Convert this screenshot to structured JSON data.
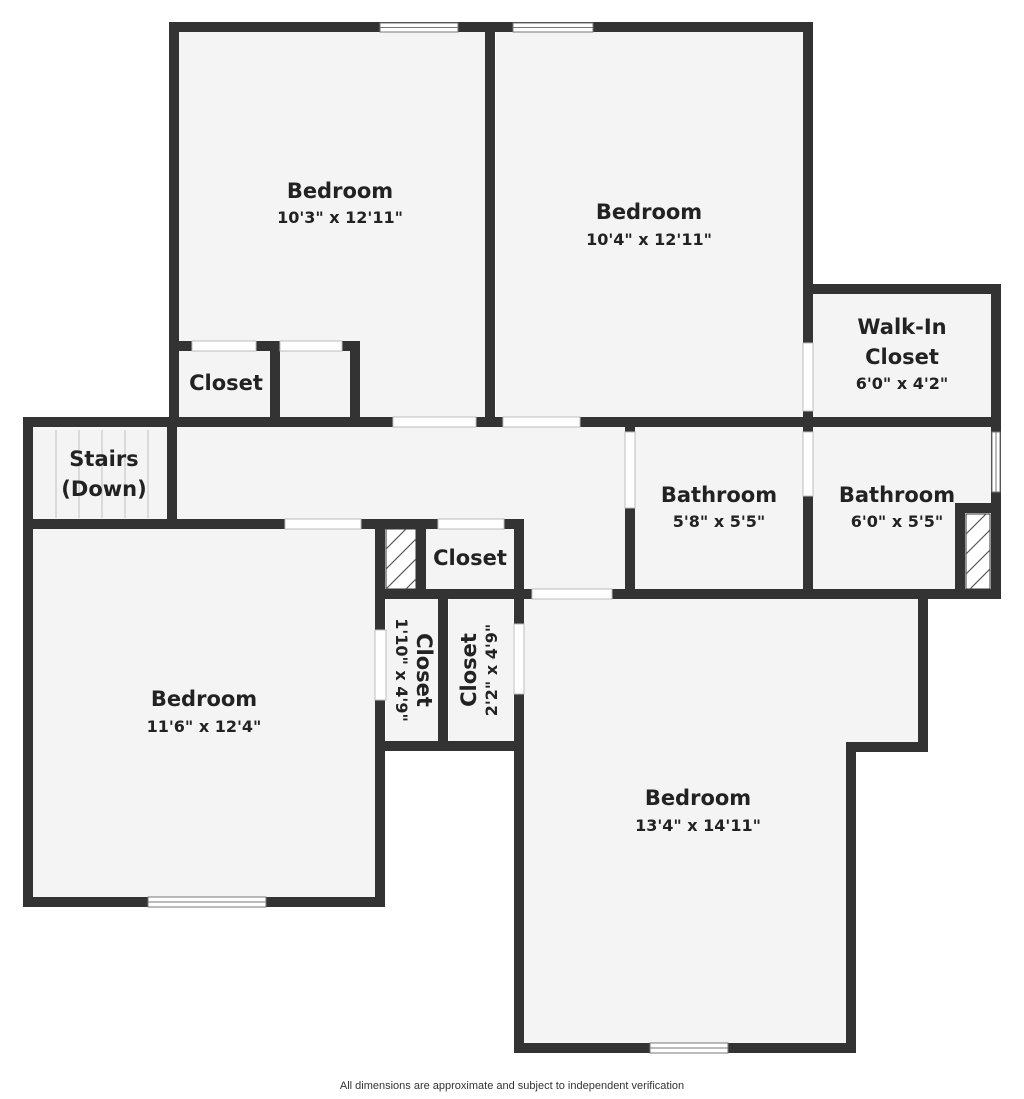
{
  "colors": {
    "wall": "#333333",
    "floor": "#f4f4f4",
    "window": "#ffffff"
  },
  "rooms": [
    {
      "name": "Bedroom",
      "dims": "10'3\" x 12'11\""
    },
    {
      "name": "Bedroom",
      "dims": "10'4\" x 12'11\""
    },
    {
      "name": "Walk-In",
      "name2": "Closet",
      "dims": "6'0\" x 4'2\""
    },
    {
      "name": "Closet"
    },
    {
      "name": "Stairs",
      "name2": "(Down)"
    },
    {
      "name": "Bathroom",
      "dims": "5'8\" x 5'5\""
    },
    {
      "name": "Bathroom",
      "dims": "6'0\" x 5'5\""
    },
    {
      "name": "Closet"
    },
    {
      "name": "Bedroom",
      "dims": "11'6\" x 12'4\""
    },
    {
      "name": "Closet",
      "dims": "1'10\" x 4'9\""
    },
    {
      "name": "Closet",
      "dims": "2'2\" x 4'9\""
    },
    {
      "name": "Bedroom",
      "dims": "13'4\" x 14'11\""
    }
  ],
  "disclaimer": "All dimensions are approximate and subject to independent verification"
}
